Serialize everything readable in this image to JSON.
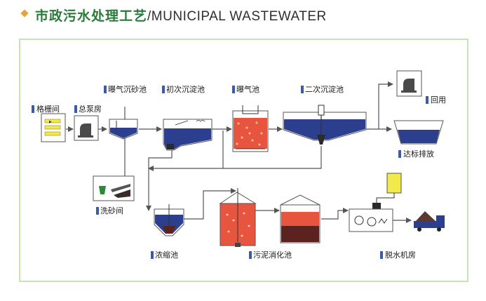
{
  "header": {
    "title_cn": "市政污水处理工艺",
    "title_en": "/MUNICIPAL WASTEWATER"
  },
  "labels": {
    "screen_room": "格栅间",
    "pump_house": "总泵房",
    "grit_chamber": "曝气沉砂池",
    "primary_clarifier": "初次沉淀池",
    "aeration_tank": "曝气池",
    "secondary_clarifier": "二次沉淀池",
    "reuse": "回用",
    "discharge": "达标排放",
    "sand_washing": "洗砂间",
    "thickener": "浓缩池",
    "digester": "污泥消化池",
    "dewatering": "脱水机房"
  },
  "colors": {
    "title_green": "#2a7a3a",
    "water_blue": "#2c3f8f",
    "sludge_red": "#e8553e",
    "sludge_dark": "#5a2320",
    "label_blue": "#3a5ba8",
    "chem_yellow": "#f2e94a",
    "panel_border": "#c6e3b8"
  }
}
